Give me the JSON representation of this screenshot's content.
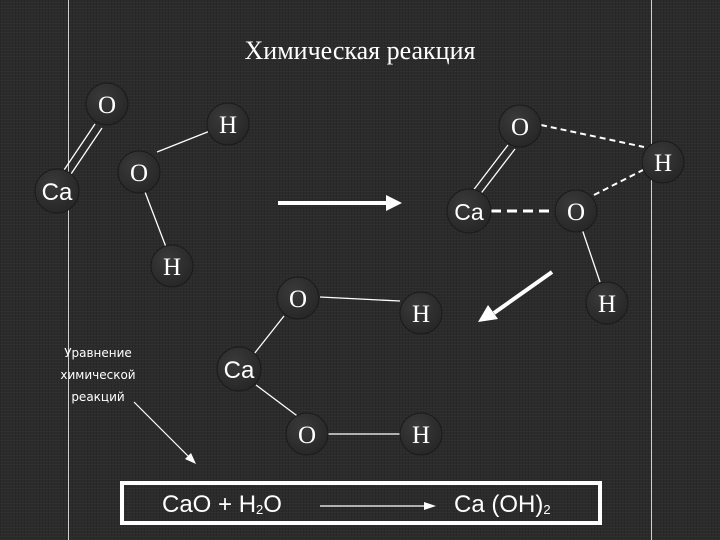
{
  "title": "Химическая реакция",
  "caption": {
    "line1": "Уравнение",
    "line2": "химической",
    "line3": "реакций"
  },
  "equation": {
    "left_main": "CaO + H",
    "left_sub": "2",
    "left_end": "O",
    "right_main": "Ca (OH)",
    "right_sub": "2"
  },
  "atoms": {
    "reactant": {
      "o1": "O",
      "ca": "Ca",
      "o2": "O",
      "h1": "H",
      "h2": "H"
    },
    "intermediate": {
      "o1": "O",
      "ca": "Ca",
      "o2": "O",
      "h1": "H",
      "h2": "H"
    },
    "product": {
      "o1": "O",
      "ca": "Ca",
      "o2": "O",
      "h1": "H",
      "h2": "H"
    }
  },
  "colors": {
    "background": "#2b2b2b",
    "atom_fill": "#2e2e2e",
    "atom_stroke": "#1a1a1a",
    "foreground": "#ffffff",
    "border_line": "#cfcfcf"
  }
}
